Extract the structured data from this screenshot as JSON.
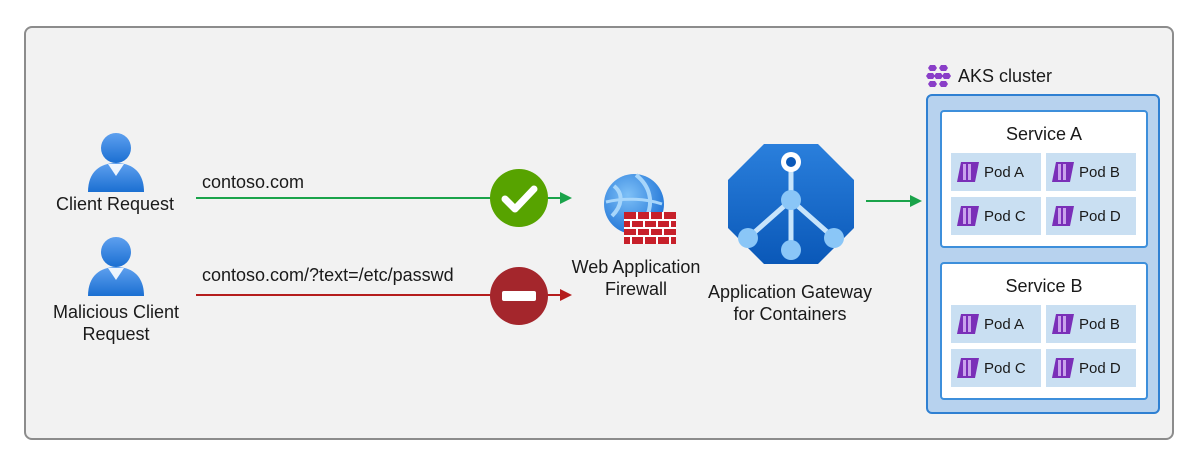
{
  "clients": {
    "normal": {
      "label": "Client Request",
      "url": "contoso.com",
      "status": "allowed"
    },
    "malicious": {
      "label_line1": "Malicious Client",
      "label_line2": "Request",
      "url": "contoso.com/?text=/etc/passwd",
      "status": "blocked"
    }
  },
  "waf": {
    "label_line1": "Web Application",
    "label_line2": "Firewall",
    "icon": "firewall-globe-icon"
  },
  "gateway": {
    "label_line1": "Application Gateway",
    "label_line2": "for Containers",
    "icon": "app-gateway-icon"
  },
  "aks": {
    "title": "AKS cluster",
    "icon": "aks-cluster-icon",
    "services": [
      {
        "name": "Service A",
        "pods": [
          "Pod A",
          "Pod B",
          "Pod C",
          "Pod D"
        ]
      },
      {
        "name": "Service B",
        "pods": [
          "Pod A",
          "Pod B",
          "Pod C",
          "Pod D"
        ]
      }
    ]
  },
  "colors": {
    "allowed": "#1aa34a",
    "blocked": "#b51d1d",
    "check": "#57a300",
    "block_badge": "#a4262c",
    "cluster_fill": "#b7d2ee",
    "cluster_border": "#2f80d2",
    "pod_fill": "#c9dff2"
  }
}
